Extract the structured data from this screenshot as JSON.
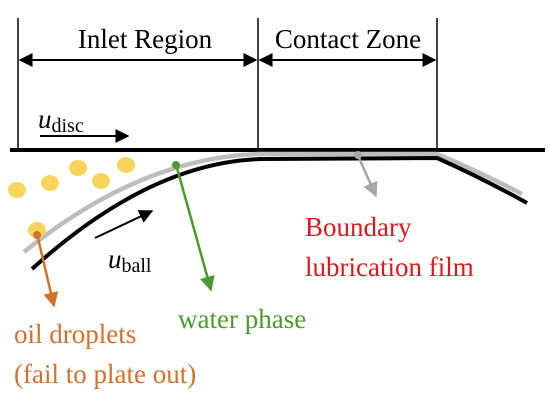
{
  "regions": {
    "inlet": "Inlet Region",
    "contact": "Contact Zone"
  },
  "symbols": {
    "u_disc_main": "u",
    "u_disc_sub": "disc",
    "u_ball_main": "u",
    "u_ball_sub": "ball"
  },
  "labels": {
    "boundary_line1": "Boundary",
    "boundary_line2": "lubrication film",
    "water": "water phase",
    "oil_line1": "oil droplets",
    "oil_line2": "(fail to plate out)"
  },
  "colors": {
    "boundary": "#e5161b",
    "water": "#4b9a2c",
    "oil": "#d5702a",
    "droplet": "#f9d45c",
    "film": "#bdbdbd",
    "pointer_gray": "#a6a6a6"
  }
}
